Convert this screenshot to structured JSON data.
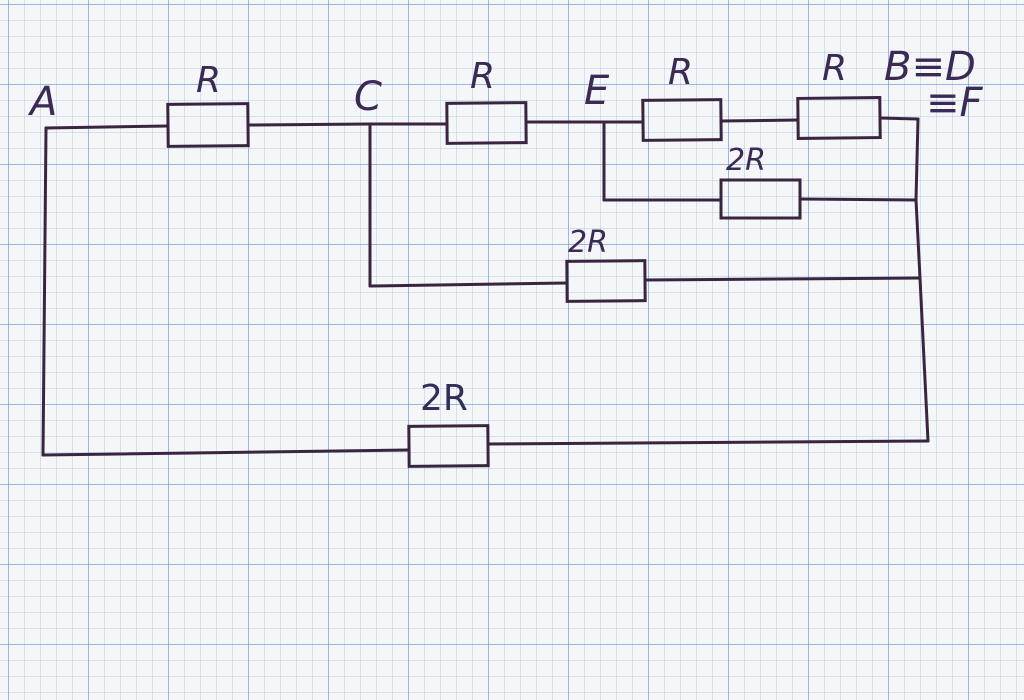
{
  "nodes": {
    "a": "A",
    "c": "C",
    "e": "E",
    "bd": "B≡D",
    "ef": "≡F"
  },
  "resistors": {
    "r_ac": "R",
    "r_ce": "R",
    "r_e1": "R",
    "r_e2": "R",
    "r_2r_inner": "2R",
    "r_2r_mid": "2R",
    "r_2r_bottom": "2R"
  }
}
